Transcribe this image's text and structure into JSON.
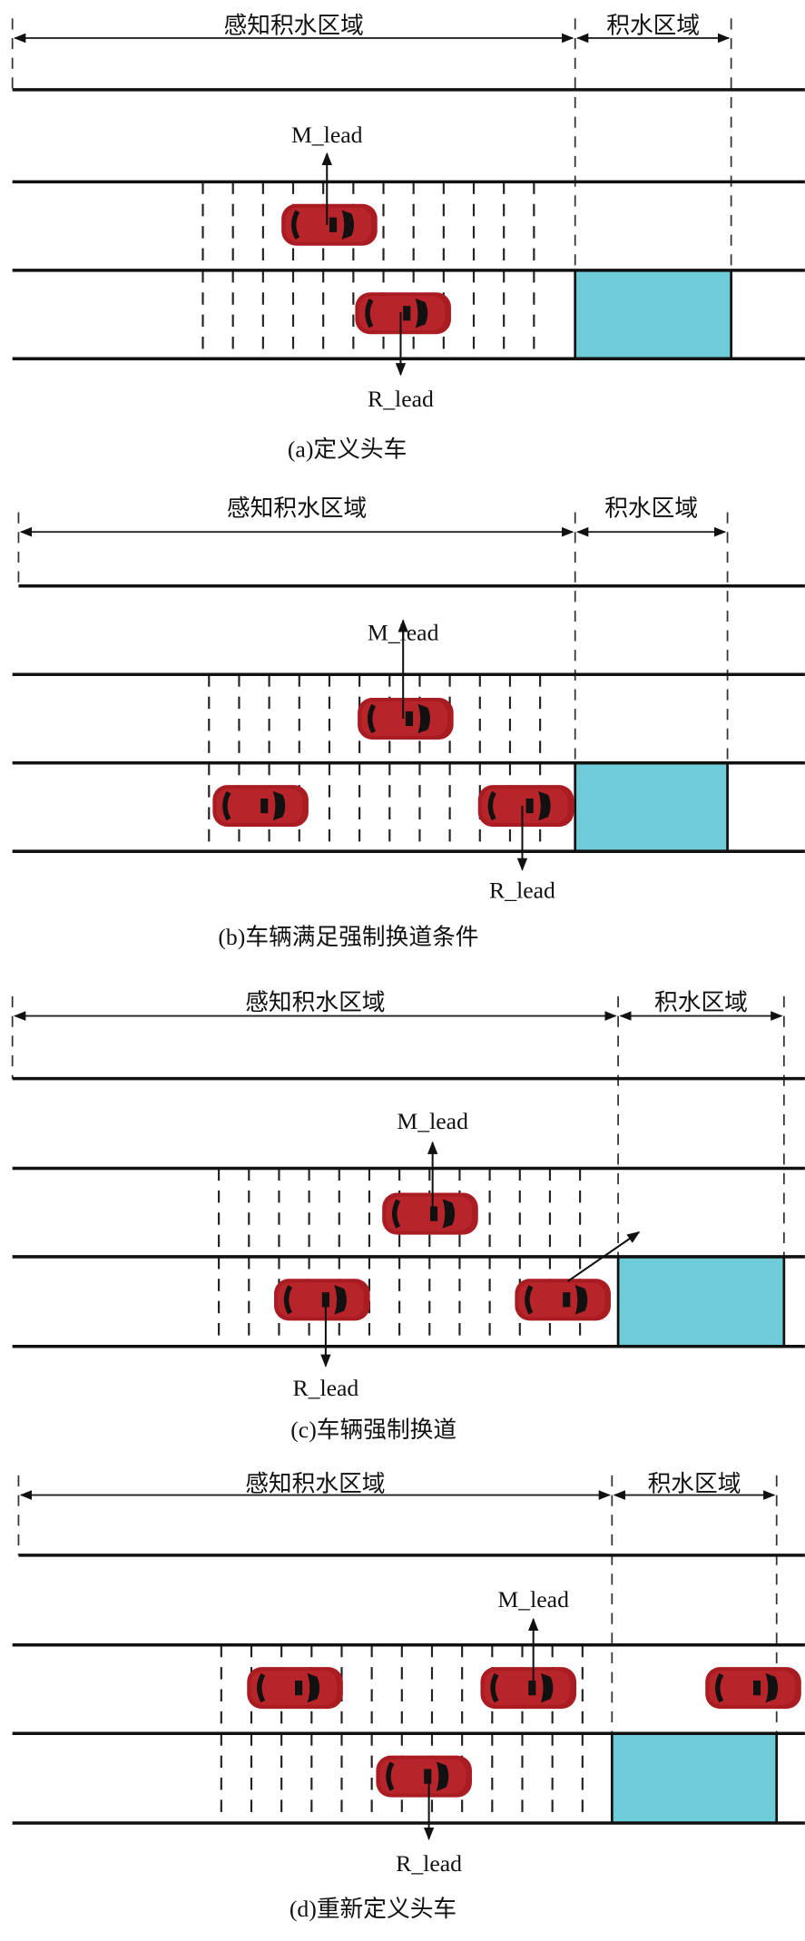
{
  "colors": {
    "water": "#6ecbd8",
    "car": "#a91c22"
  },
  "panels": [
    {
      "perception_label": "感知积水区域",
      "water_label": "积水区域",
      "m_lead": "M_lead",
      "r_lead": "R_lead",
      "caption": "(a)定义头车"
    },
    {
      "perception_label": "感知积水区域",
      "water_label": "积水区域",
      "m_lead": "M_lead",
      "r_lead": "R_lead",
      "caption": "(b)车辆满足强制换道条件"
    },
    {
      "perception_label": "感知积水区域",
      "water_label": "积水区域",
      "m_lead": "M_lead",
      "r_lead": "R_lead",
      "caption": "(c)车辆强制换道"
    },
    {
      "perception_label": "感知积水区域",
      "water_label": "积水区域",
      "m_lead": "M_lead",
      "r_lead": "R_lead",
      "caption": "(d)重新定义头车"
    }
  ]
}
